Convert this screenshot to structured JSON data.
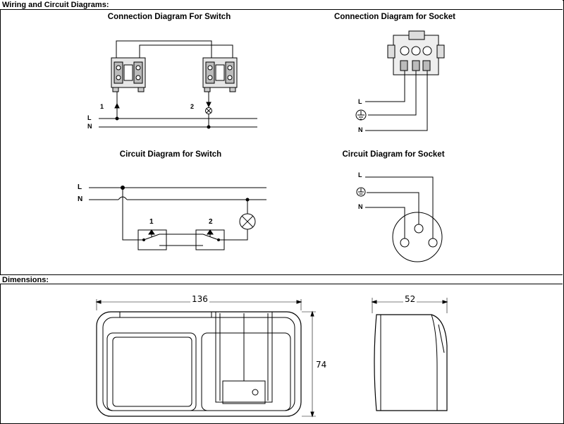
{
  "sections": {
    "wiring_title": "Wiring and Circuit Diagrams:",
    "dimensions_title": "Dimensions:"
  },
  "diagrams": {
    "connection_switch": {
      "title": "Connection Diagram For Switch",
      "label_1": "1",
      "label_2": "2",
      "label_L": "L",
      "label_N": "N"
    },
    "connection_socket": {
      "title": "Connection Diagram for Socket",
      "label_L": "L",
      "label_N": "N"
    },
    "circuit_switch": {
      "title": "Circuit Diagram for Switch",
      "label_L": "L",
      "label_N": "N",
      "label_1": "1",
      "label_2": "2"
    },
    "circuit_socket": {
      "title": "Circuit Diagram for Socket",
      "label_L": "L",
      "label_N": "N"
    }
  },
  "dimensions": {
    "width": "136",
    "height": "74",
    "depth": "52"
  }
}
